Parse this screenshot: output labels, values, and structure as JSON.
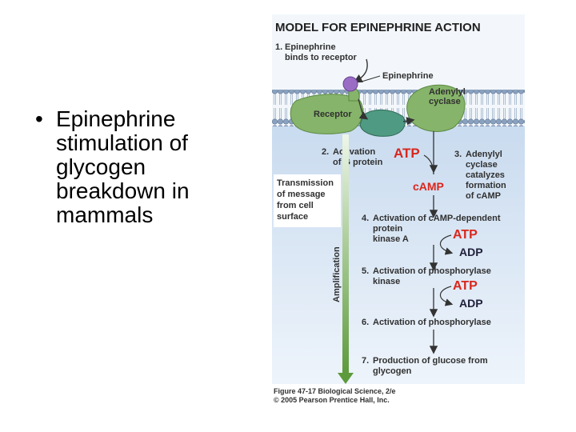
{
  "slide": {
    "bullet": "•",
    "lines": [
      "Epinephrine",
      "stimulation of",
      "glycogen",
      "breakdown in",
      "mammals"
    ]
  },
  "figure": {
    "title": "MODEL FOR EPINEPHRINE ACTION",
    "step1_num": "1.",
    "step1_lines": [
      "Epinephrine",
      "binds to receptor"
    ],
    "epinephrine_label": "Epinephrine",
    "adenylyl_label_lines": [
      "Adenylyl",
      "cyclase"
    ],
    "receptor_label": "Receptor",
    "step2_num": "2.",
    "step2_lines": [
      "Activation",
      "of G protein"
    ],
    "atp_label": "ATP",
    "step3_num": "3.",
    "step3_lines": [
      "Adenylyl",
      "cyclase",
      "catalyzes",
      "formation",
      "of cAMP"
    ],
    "camp_label": "cAMP",
    "transmission_lines": [
      "Transmission",
      "of message",
      "from cell",
      "surface"
    ],
    "amplification_label": "Amplification",
    "step4_num": "4.",
    "step4_lines": [
      "Activation of cAMP-dependent",
      "protein",
      "kinase A"
    ],
    "step4_atp": "ATP",
    "step4_adp": "ADP",
    "step5_num": "5.",
    "step5_lines": [
      "Activation of phosphorylase",
      "kinase"
    ],
    "step5_atp": "ATP",
    "step5_adp": "ADP",
    "step6_num": "6.",
    "step6_lines": [
      "Activation of phosphorylase"
    ],
    "step7_num": "7.",
    "step7_lines": [
      "Production of glucose from",
      "glycogen"
    ],
    "caption_lines": [
      "Figure 47-17  Biological Science, 2/e",
      "© 2005 Pearson Prentice Hall, Inc."
    ]
  },
  "colors": {
    "membrane_head": "#7f96b4",
    "cytoplasm": "#d8e6f6",
    "receptor": "#86b46a",
    "g_protein": "#4f9a82",
    "epinephrine": "#9a6cc4",
    "atp_red": "#d9261c",
    "amplification_green": "#6aa84f"
  }
}
